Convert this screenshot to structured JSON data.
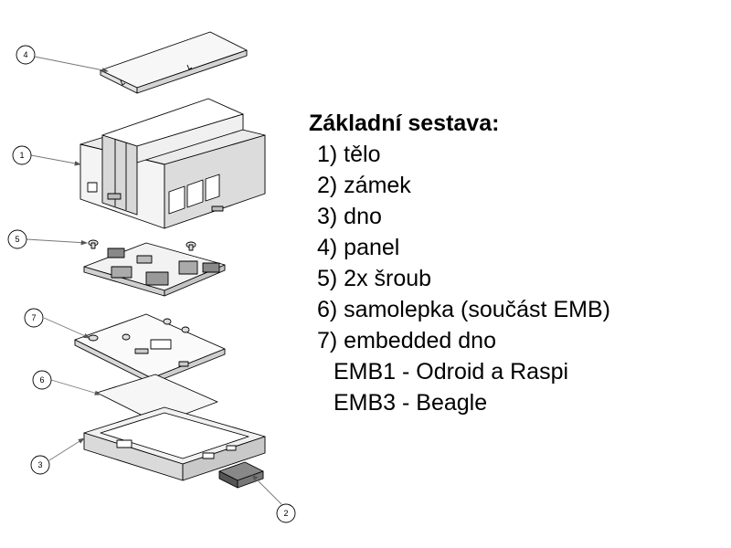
{
  "callouts": [
    "1",
    "2",
    "3",
    "4",
    "5",
    "6",
    "7"
  ],
  "legend": {
    "heading": "Základní sestava:",
    "items": [
      "1) tělo",
      "2) zámek",
      "3) dno",
      "4) panel",
      "5) 2x šroub",
      "6) samolepka (součást EMB)",
      "7) embedded dno"
    ],
    "subitems": [
      "EMB1 - Odroid a Raspi",
      "EMB3 - Beagle"
    ]
  }
}
